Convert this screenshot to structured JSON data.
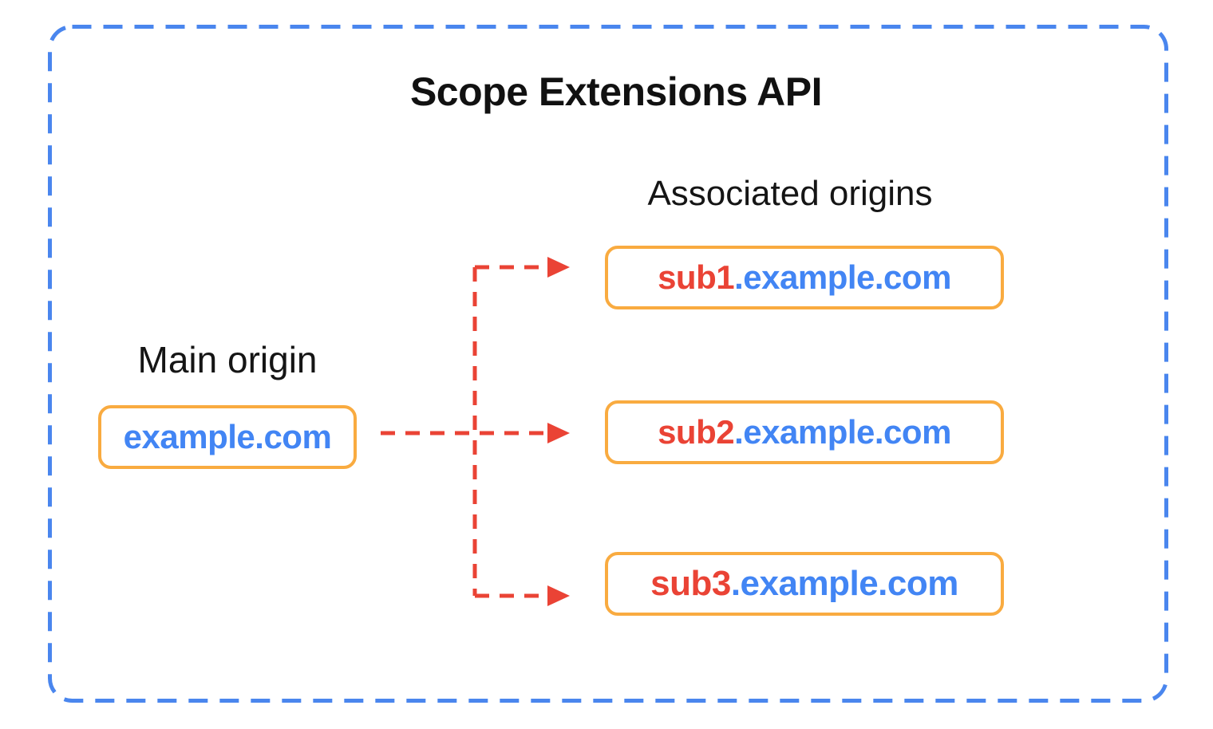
{
  "diagram": {
    "title": "Scope Extensions API",
    "main_origin": {
      "label": "Main origin",
      "domain": "example.com"
    },
    "associated": {
      "label": "Associated origins",
      "origins": [
        {
          "prefix": "sub1",
          "suffix": ".example.com"
        },
        {
          "prefix": "sub2",
          "suffix": ".example.com"
        },
        {
          "prefix": "sub3",
          "suffix": ".example.com"
        }
      ]
    },
    "colors": {
      "outer_border_blue": "#4A86EE",
      "box_border_orange": "#F9AB40",
      "domain_text_blue": "#4285F4",
      "subdomain_text_red": "#EA4335",
      "arrow_red": "#EA4335",
      "title_black": "#111111",
      "background_white": "#FFFFFF"
    }
  }
}
